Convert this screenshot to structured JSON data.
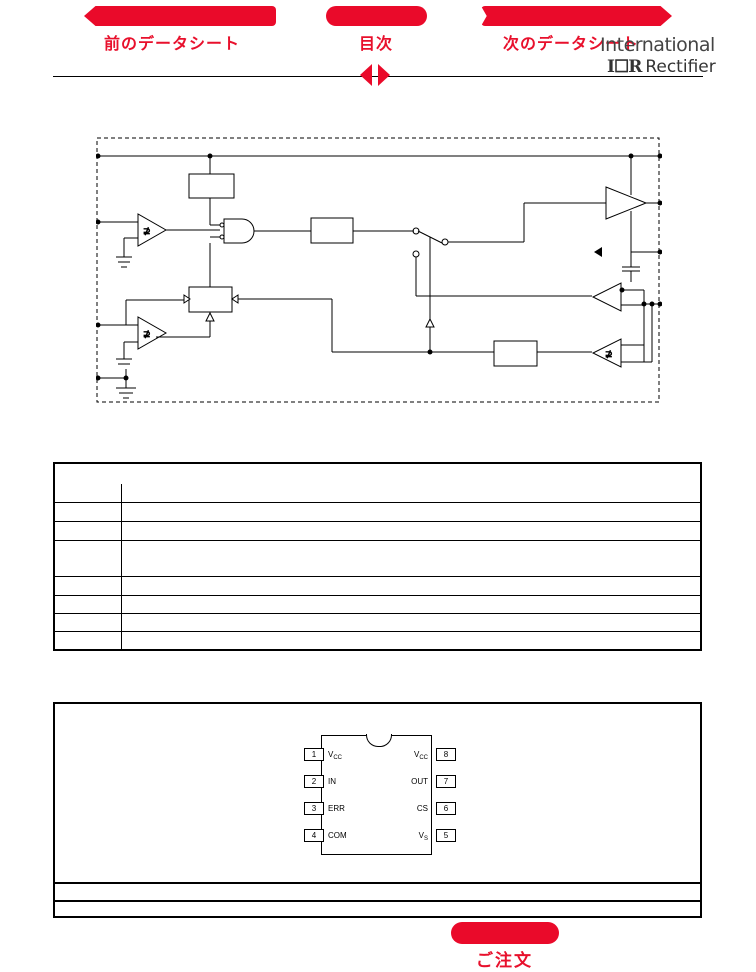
{
  "nav": {
    "prev_label": "前のデータシート",
    "toc_label": "目次",
    "next_label": "次のデータシート"
  },
  "brand": {
    "line1": "International",
    "logo": "I☐R",
    "line2": "Rectifier"
  },
  "package": {
    "pins_left": [
      {
        "num": "1",
        "label": "V",
        "sub": "CC"
      },
      {
        "num": "2",
        "label": "IN",
        "sub": ""
      },
      {
        "num": "3",
        "label": "ERR",
        "sub": ""
      },
      {
        "num": "4",
        "label": "COM",
        "sub": ""
      }
    ],
    "pins_right": [
      {
        "num": "8",
        "label": "V",
        "sub": "CC"
      },
      {
        "num": "7",
        "label": "OUT",
        "sub": ""
      },
      {
        "num": "6",
        "label": "CS",
        "sub": ""
      },
      {
        "num": "5",
        "label": "V",
        "sub": "S"
      }
    ]
  },
  "order": {
    "label": "ご注文"
  },
  "colors": {
    "accent": "#ea0a2a",
    "accent_text": "#e8102c"
  }
}
